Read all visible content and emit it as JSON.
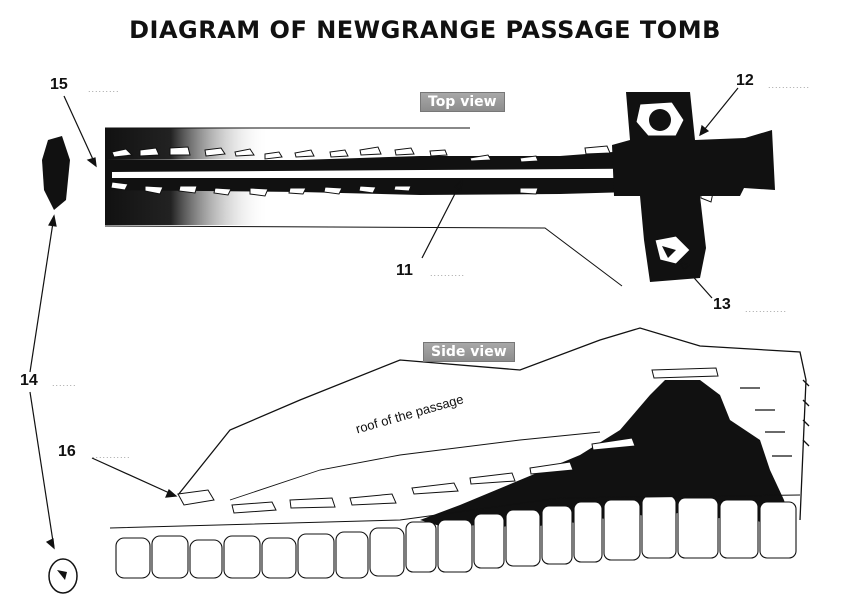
{
  "title": "DIAGRAM OF NEWGRANGE PASSAGE TOMB",
  "views": {
    "top": "Top view",
    "side": "Side view"
  },
  "labels": {
    "l11": "11",
    "l12": "12",
    "l13": "13",
    "l14": "14",
    "l15": "15",
    "l16": "16"
  },
  "annotations": {
    "roof": "roof of the passage"
  },
  "colors": {
    "ink": "#111111",
    "tag": "#9a9a9a"
  }
}
